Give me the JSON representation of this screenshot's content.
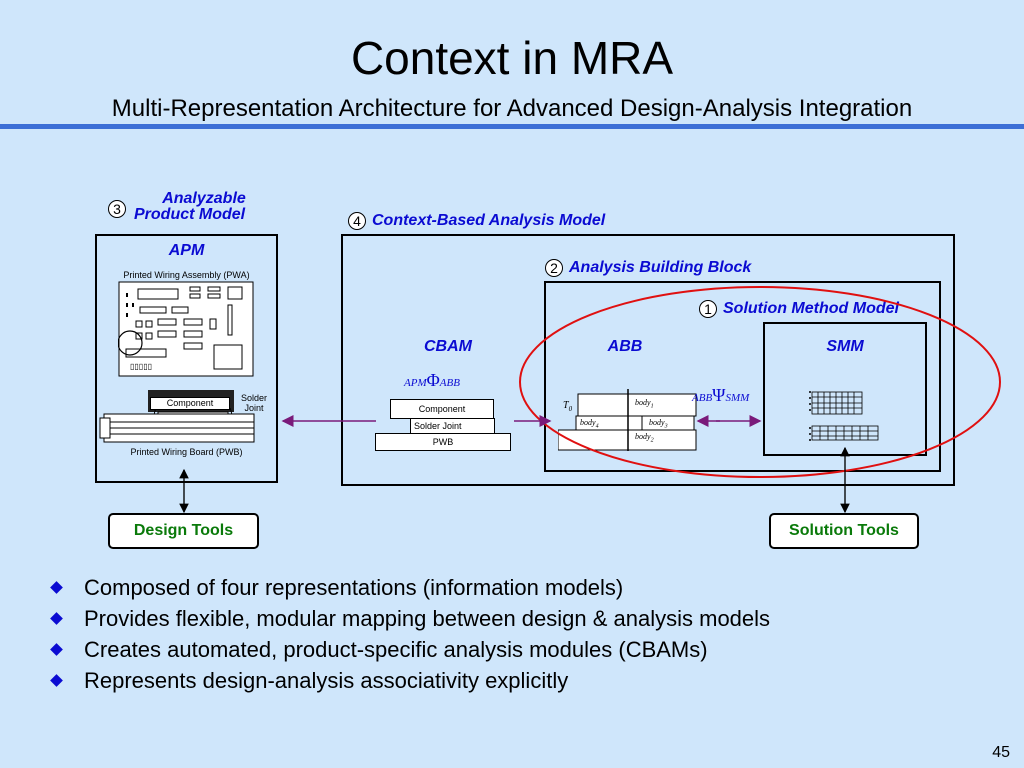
{
  "title": "Context in MRA",
  "subtitle": "Multi-Representation Architecture for Advanced Design-Analysis Integration",
  "labels": {
    "apm_num": "3",
    "apm_heading_line1": "Analyzable",
    "apm_heading_line2": "Product Model",
    "apm_short": "APM",
    "cbam_num": "4",
    "cbam_heading": "Context-Based Analysis Model",
    "abb_block_num": "2",
    "abb_block_heading": "Analysis Building Block",
    "smm_num": "1",
    "smm_heading": "Solution Method Model",
    "cbam": "CBAM",
    "abb": "ABB",
    "smm": "SMM"
  },
  "apm_figure": {
    "pwa": "Printed Wiring Assembly (PWA)",
    "component": "Component",
    "solder_joint_1": "Solder",
    "solder_joint_2": "Joint",
    "pwb": "Printed Wiring Board (PWB)"
  },
  "cbam_figure": {
    "map_apm": "APM",
    "map_symbol": "Φ",
    "map_abb": "ABB",
    "component": "Component",
    "solder_joint": "Solder Joint",
    "pwb": "PWB"
  },
  "abb_figure": {
    "t0": "T",
    "t0_sub": "0",
    "body1": "body",
    "body1_sub": "1",
    "body2": "body",
    "body2_sub": "2",
    "body3": "body",
    "body3_sub": "3",
    "body4": "body",
    "body4_sub": "4",
    "map_abb": "ABB",
    "map_symbol": "Ψ",
    "map_smm": "SMM"
  },
  "tools": {
    "design": "Design Tools",
    "solution": "Solution Tools"
  },
  "bullets": [
    "Composed of four representations (information models)",
    "Provides flexible, modular mapping between design & analysis models",
    "Creates automated, product-specific analysis modules (CBAMs)",
    "Represents design-analysis associativity explicitly"
  ],
  "page_number": "45",
  "colors": {
    "background": "#cfe6fb",
    "accent_blue": "#0b0bd2",
    "rule": "#3d6fd6",
    "tool_text": "#0a7a0a",
    "arrow": "#7a1a7a",
    "ellipse": "#e01010"
  }
}
